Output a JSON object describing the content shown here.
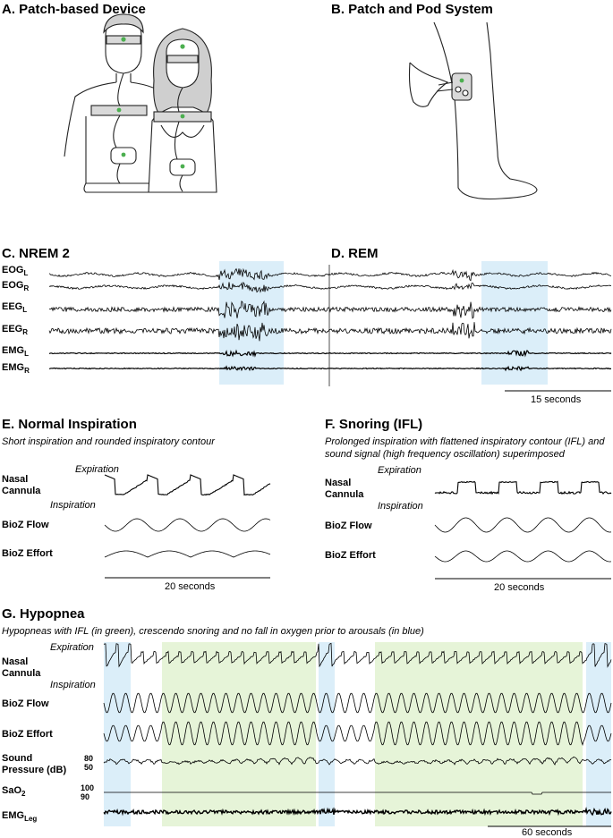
{
  "panel_a": {
    "title": "A.  Patch-based Device"
  },
  "panel_b": {
    "title": "B.  Patch and Pod System"
  },
  "panel_c": {
    "title": "C. NREM 2"
  },
  "panel_d": {
    "title": "D.  REM"
  },
  "eeg_labels": {
    "eog": "EOG",
    "eeg": "EEG",
    "emg": "EMG",
    "sub_l": "L",
    "sub_r": "R"
  },
  "panel_cd_scale": "15 seconds",
  "panel_e": {
    "title": "E. Normal Inspiration",
    "subtitle": "Short inspiration and rounded inspiratory contour",
    "expiration": "Expiration",
    "nasal_line1": "Nasal",
    "nasal_line2": "Cannula",
    "inspiration": "Inspiration",
    "bioz_flow": "BioZ Flow",
    "bioz_effort": "BioZ Effort",
    "scale": "20 seconds"
  },
  "panel_f": {
    "title": "F.  Snoring (IFL)",
    "subtitle_line1": "Prolonged inspiration with flattened inspiratory contour (IFL) and",
    "subtitle_line2": "sound signal (high frequency oscillation) superimposed",
    "expiration": "Expiration",
    "nasal_line1": "Nasal",
    "nasal_line2": "Cannula",
    "inspiration": "Inspiration",
    "bioz_flow": "BioZ Flow",
    "bioz_effort": "BioZ Effort",
    "scale": "20 seconds"
  },
  "panel_g": {
    "title": "G.  Hypopnea",
    "subtitle": "Hypopneas with IFL (in green), crescendo snoring and no fall in oxygen prior to arousals (in blue)",
    "expiration": "Expiration",
    "nasal_line1": "Nasal",
    "nasal_line2": "Cannula",
    "inspiration": "Inspiration",
    "bioz_flow": "BioZ Flow",
    "bioz_effort": "BioZ Effort",
    "sound_line1": "Sound",
    "sound_line2": "Pressure (dB)",
    "sound_tick_hi": "80",
    "sound_tick_lo": "50",
    "sao2": "SaO",
    "sao2_sub": "2",
    "sao2_tick_hi": "100",
    "sao2_tick_lo": "90",
    "emg": "EMG",
    "emg_sub": "Leg",
    "scale": "60 seconds"
  },
  "colors": {
    "arousal_blue": "#dbeef9",
    "ifl_green": "#e6f4d8",
    "sensor_green": "#4caf50",
    "trace": "#000000"
  }
}
